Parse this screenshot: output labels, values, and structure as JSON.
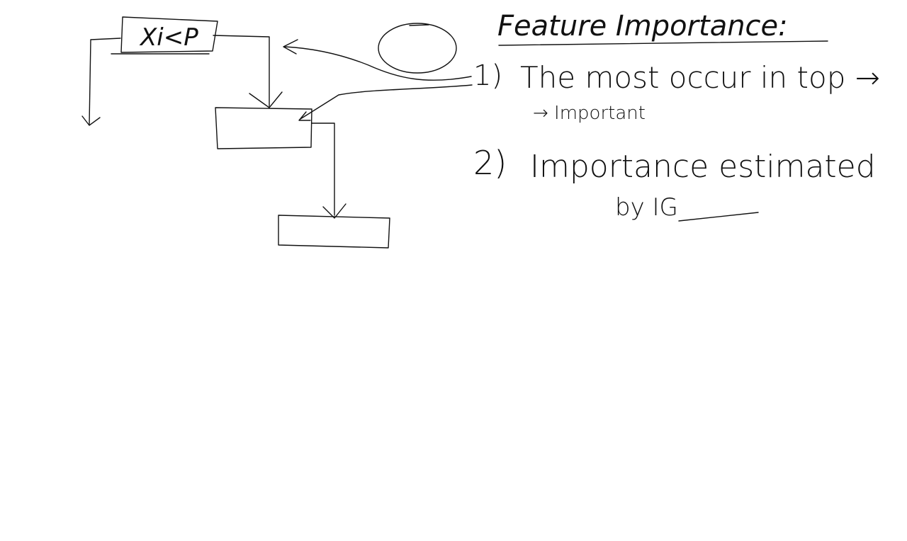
{
  "diagram": {
    "decision_node": {
      "condition": "Xi<P"
    },
    "notes": {
      "heading": "Feature Importance:",
      "item1_number": "1)",
      "item1_text": "The most occur in top →",
      "item1_continuation": "→ Important",
      "item2_number": "2)",
      "item2_text": "Importance estimated",
      "item2_continuation": "by IG"
    }
  }
}
